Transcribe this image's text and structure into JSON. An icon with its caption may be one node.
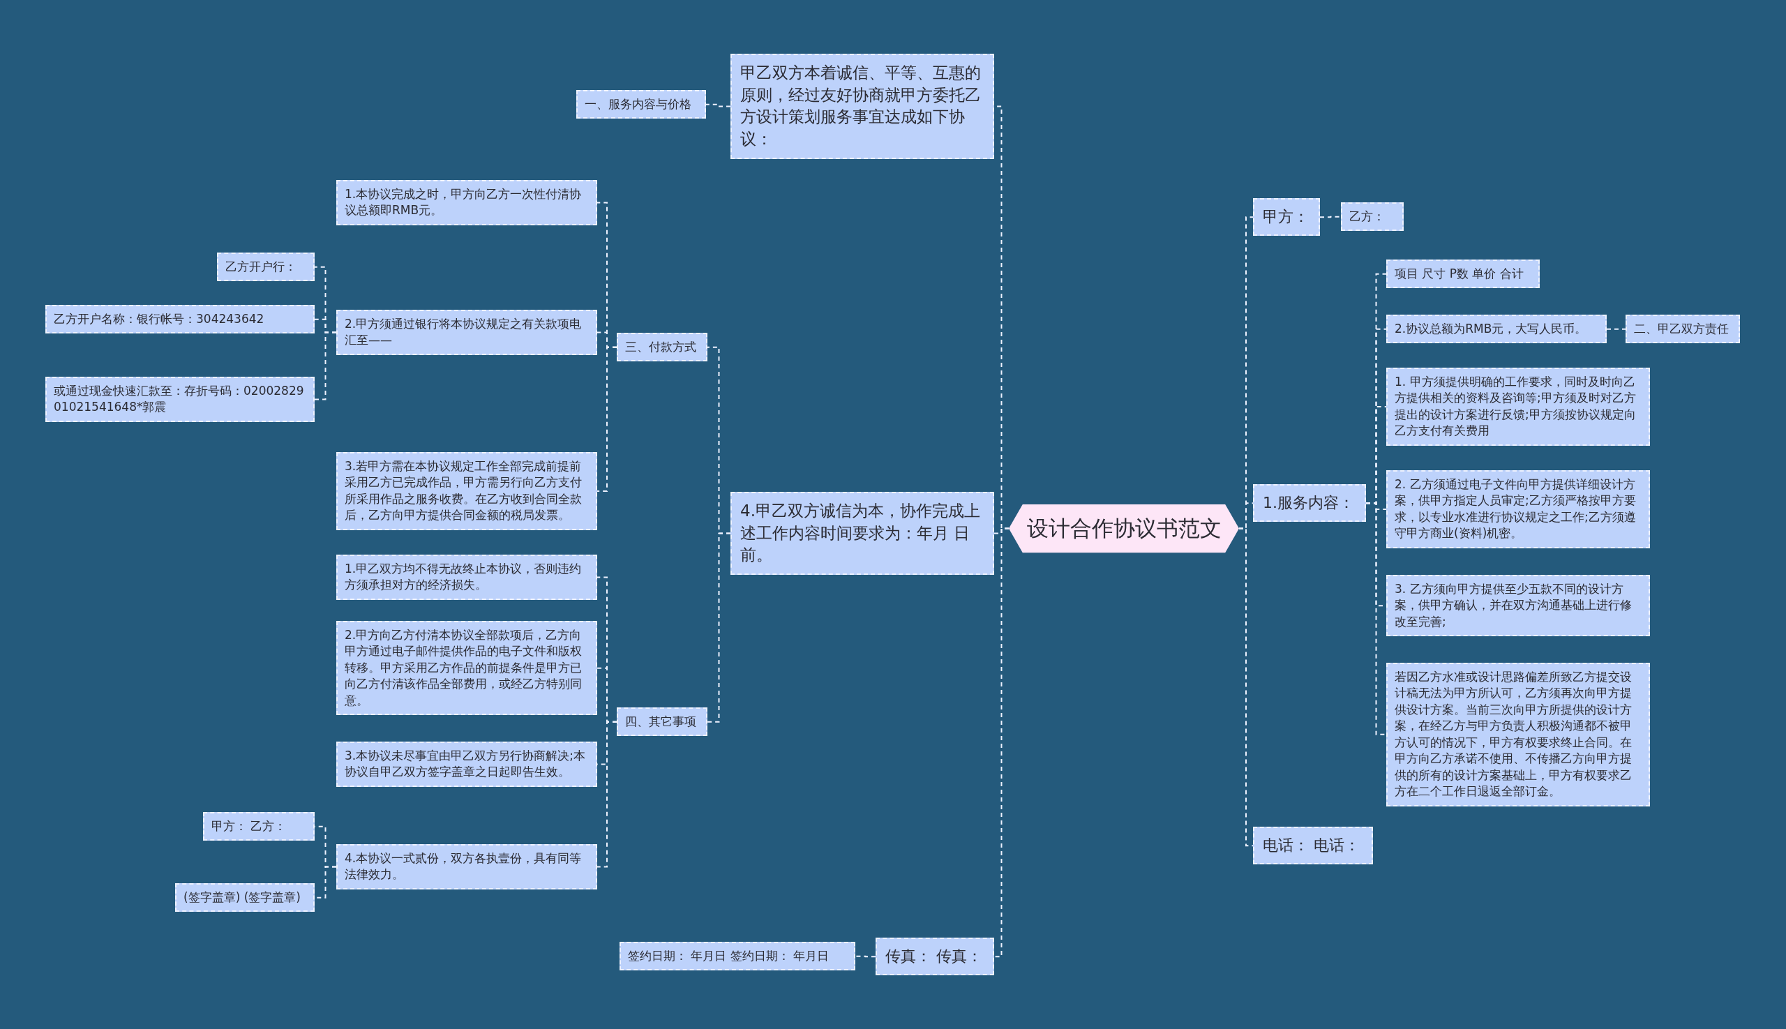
{
  "diagram": {
    "nodes": [
      {
        "text": [
          "设计合作协议书范文"
        ]
      },
      {
        "text": [
          "甲乙双方本着诚信、平等、互惠的原则，经过友好协商就甲方委托乙方设计策划服务事宜达成如下协议："
        ]
      },
      {
        "text": [
          "一、服务内容与价格"
        ]
      },
      {
        "text": [
          "4.甲乙双方诚信为本，协作完成上述工作内容时间要求为：年月 日前。"
        ]
      },
      {
        "text": [
          "三、付款方式"
        ]
      },
      {
        "text": [
          "1.本协议完成之时，甲方向乙方一次性付清协议总额即RMB元。"
        ]
      },
      {
        "text": [
          "2.甲方须通过银行将本协议规定之有关款项电汇至——"
        ]
      },
      {
        "text": [
          "乙方开户行："
        ]
      },
      {
        "text": [
          "乙方开户名称：银行帐号：304243642"
        ]
      },
      {
        "text": [
          "或通过现金快速汇款至：存折号码：0200282901021541648*郭震"
        ]
      },
      {
        "text": [
          "3.若甲方需在本协议规定工作全部完成前提前采用乙方已完成作品，甲方需另行向乙方支付所采用作品之服务收费。在乙方收到合同全款后，乙方向甲方提供合同金额的税局发票。"
        ]
      },
      {
        "text": [
          "四、其它事项"
        ]
      },
      {
        "text": [
          "1.甲乙双方均不得无故终止本协议，否则违约方须承担对方的经济损失。"
        ]
      },
      {
        "text": [
          "2.甲方向乙方付清本协议全部款项后，乙方向甲方通过电子邮件提供作品的电子文件和版权转移。甲方采用乙方作品的前提条件是甲方已向乙方付清该作品全部费用，或经乙方特别同意。"
        ]
      },
      {
        "text": [
          "3.本协议未尽事宜由甲乙双方另行协商解决;本协议自甲乙双方签字盖章之日起即告生效。"
        ]
      },
      {
        "text": [
          "4.本协议一式贰份，双方各执壹份，具有同等法律效力。"
        ]
      },
      {
        "text": [
          "甲方： 乙方："
        ]
      },
      {
        "text": [
          "(签字盖章) (签字盖章)"
        ]
      },
      {
        "text": [
          "传真： 传真："
        ]
      },
      {
        "text": [
          "签约日期： 年月日 签约日期： 年月日"
        ]
      },
      {
        "text": [
          "甲方："
        ]
      },
      {
        "text": [
          "乙方："
        ]
      },
      {
        "text": [
          "1.服务内容："
        ]
      },
      {
        "text": [
          "项目 尺寸 P数 单价 合计"
        ]
      },
      {
        "text": [
          "2.协议总额为RMB元，大写人民币。"
        ]
      },
      {
        "text": [
          "二、甲乙双方责任"
        ]
      },
      {
        "text": [
          "1. 甲方须提供明确的工作要求，同时及时向乙方提供相关的资料及咨询等;甲方须及时对乙方提出的设计方案进行反馈;甲方须按协议规定向乙方支付有关费用"
        ]
      },
      {
        "text": [
          "2. 乙方须通过电子文件向甲方提供详细设计方案，供甲方指定人员审定;乙方须严格按甲方要求，以专业水准进行协议规定之工作;乙方须遵守甲方商业(资料)机密。"
        ]
      },
      {
        "text": [
          "3. 乙方须向甲方提供至少五款不同的设计方案，供甲方确认，并在双方沟通基础上进行修改至完善;"
        ]
      },
      {
        "text": [
          "若因乙方水准或设计思路偏差所致乙方提交设计稿无法为甲方所认可，乙方须再次向甲方提供设计方案。当前三次向甲方所提供的设计方案，在经乙方与甲方负责人积极沟通都不被甲方认可的情况下，甲方有权要求终止合同。在甲方向乙方承诺不使用、不传播乙方向甲方提供的所有的设计方案基础上，甲方有权要求乙方在二个工作日退返全部订金。"
        ]
      },
      {
        "text": [
          "电话： 电话："
        ]
      }
    ],
    "edges": [
      {
        "from": 0,
        "to": 1,
        "arrow": "none"
      },
      {
        "from": 1,
        "to": 2,
        "arrow": "none"
      },
      {
        "from": 0,
        "to": 3,
        "arrow": "none"
      },
      {
        "from": 3,
        "to": 4,
        "arrow": "none"
      },
      {
        "from": 4,
        "to": 5,
        "arrow": "none"
      },
      {
        "from": 4,
        "to": 6,
        "arrow": "none"
      },
      {
        "from": 6,
        "to": 7,
        "arrow": "none"
      },
      {
        "from": 6,
        "to": 8,
        "arrow": "none"
      },
      {
        "from": 6,
        "to": 9,
        "arrow": "none"
      },
      {
        "from": 4,
        "to": 10,
        "arrow": "none"
      },
      {
        "from": 3,
        "to": 11,
        "arrow": "none"
      },
      {
        "from": 11,
        "to": 12,
        "arrow": "none"
      },
      {
        "from": 11,
        "to": 13,
        "arrow": "none"
      },
      {
        "from": 11,
        "to": 14,
        "arrow": "none"
      },
      {
        "from": 11,
        "to": 15,
        "arrow": "none"
      },
      {
        "from": 15,
        "to": 16,
        "arrow": "none"
      },
      {
        "from": 15,
        "to": 17,
        "arrow": "none"
      },
      {
        "from": 0,
        "to": 18,
        "arrow": "none"
      },
      {
        "from": 18,
        "to": 19,
        "arrow": "none"
      },
      {
        "from": 0,
        "to": 20,
        "arrow": "none"
      },
      {
        "from": 20,
        "to": 21,
        "arrow": "none"
      },
      {
        "from": 0,
        "to": 22,
        "arrow": "none"
      },
      {
        "from": 22,
        "to": 23,
        "arrow": "none"
      },
      {
        "from": 22,
        "to": 24,
        "arrow": "none"
      },
      {
        "from": 24,
        "to": 25,
        "arrow": "none"
      },
      {
        "from": 22,
        "to": 26,
        "arrow": "none"
      },
      {
        "from": 22,
        "to": 27,
        "arrow": "none"
      },
      {
        "from": 22,
        "to": 28,
        "arrow": "none"
      },
      {
        "from": 22,
        "to": 29,
        "arrow": "none"
      },
      {
        "from": 0,
        "to": 30,
        "arrow": "none"
      }
    ]
  }
}
